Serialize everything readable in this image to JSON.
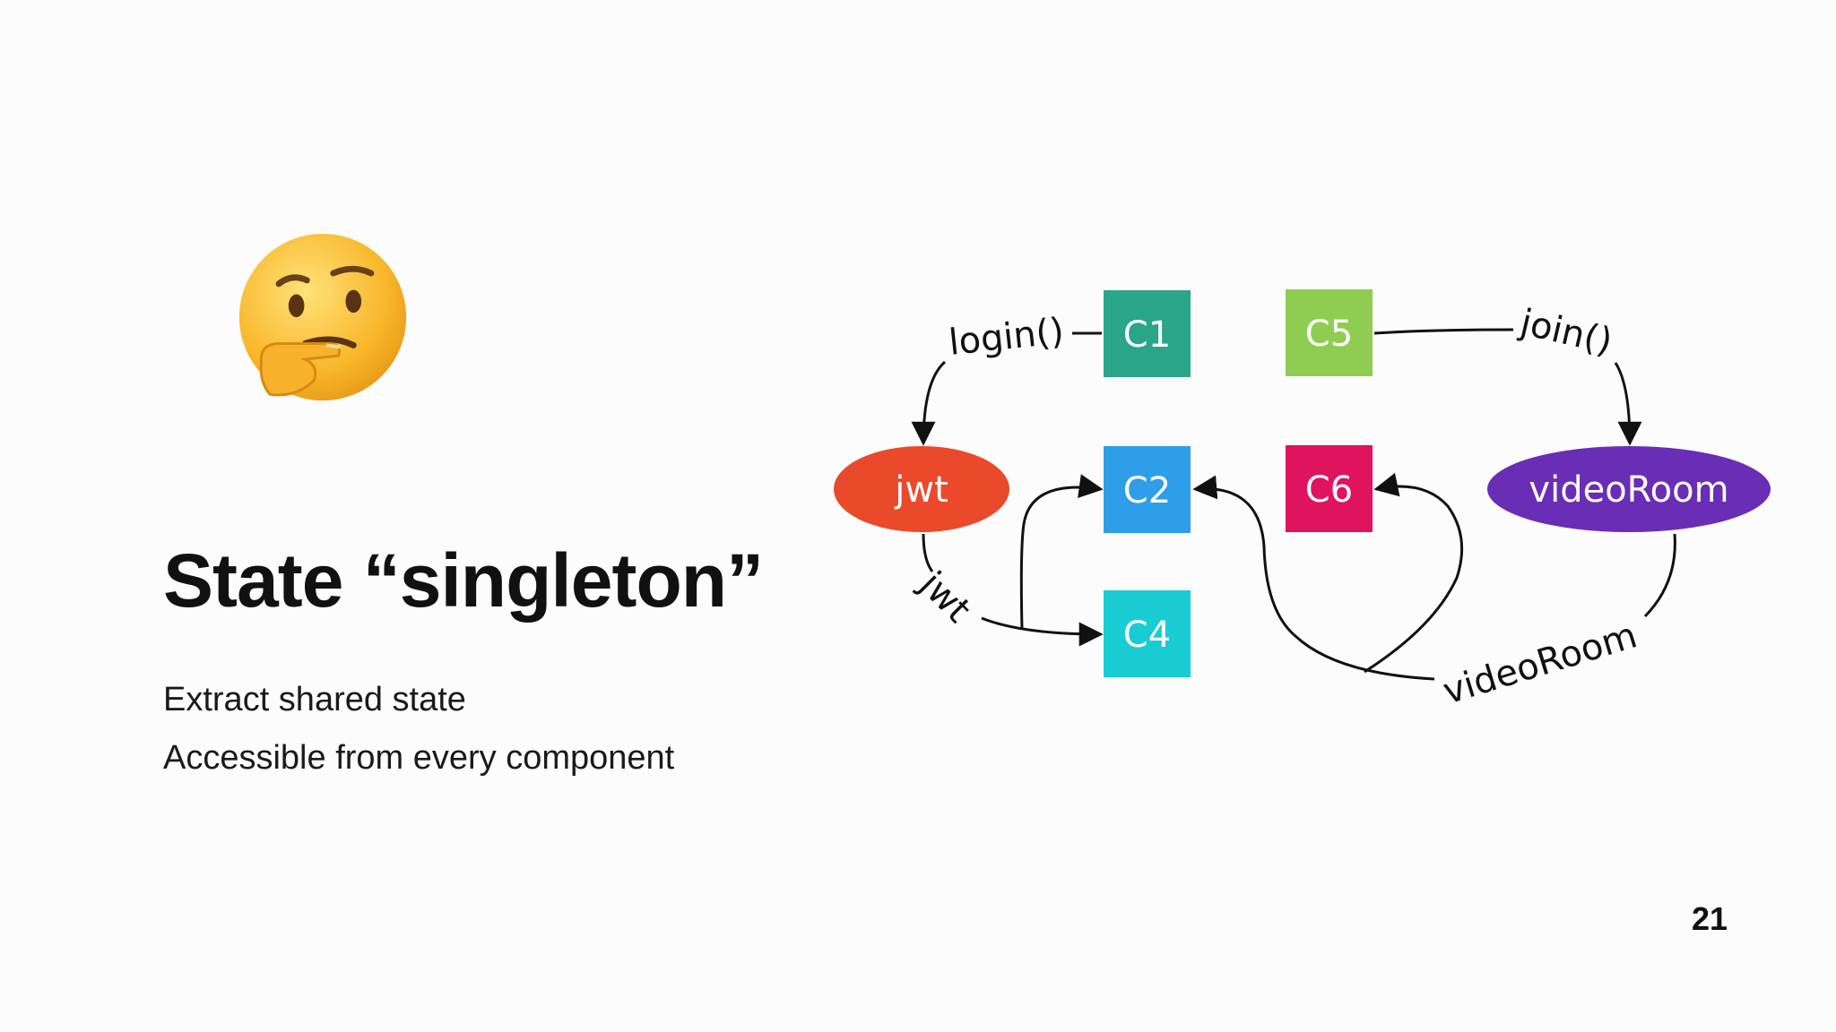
{
  "slide": {
    "title": "State “singleton”",
    "bullets": [
      "Extract shared state",
      "Accessible from every component"
    ],
    "page_number": "21",
    "emoji_icon": "thinking-face-icon"
  },
  "diagram": {
    "nodes": {
      "c1": {
        "label": "C1",
        "color": "#2aa58a"
      },
      "c2": {
        "label": "C2",
        "color": "#2f9ee8"
      },
      "c4": {
        "label": "C4",
        "color": "#19ccd3"
      },
      "c5": {
        "label": "C5",
        "color": "#8ecd52"
      },
      "c6": {
        "label": "C6",
        "color": "#e0135f"
      },
      "jwt": {
        "label": "jwt",
        "color": "#ea4a2b"
      },
      "videoRoom": {
        "label": "videoRoom",
        "color": "#6a2db5"
      }
    },
    "edges": {
      "login": "login()",
      "join": "join()",
      "jwt": "jwt",
      "videoRoom": "videoRoom"
    }
  }
}
